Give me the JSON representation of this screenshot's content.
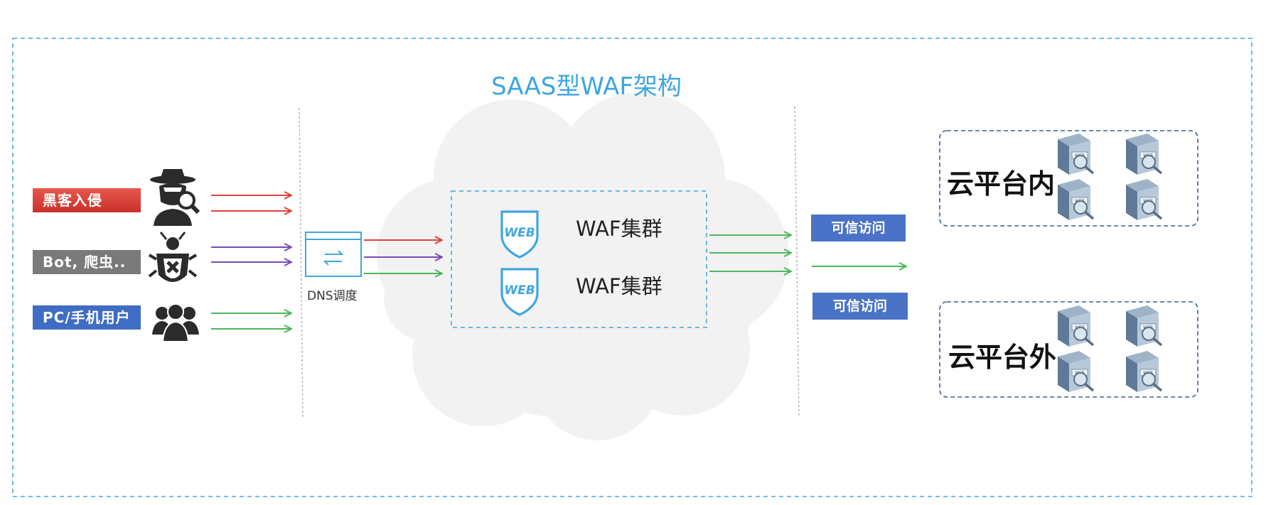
{
  "title": "SAAS型WAF架构",
  "sources": [
    {
      "label": "黑客入侵",
      "color": "#e0433a",
      "icon": "hacker-icon"
    },
    {
      "label": "Bot, 爬虫..",
      "color": "#7a7a7a",
      "icon": "bug-icon"
    },
    {
      "label": "PC/手机用户",
      "color": "#3f6cc4",
      "icon": "users-icon"
    }
  ],
  "dns": {
    "label": "DNS调度",
    "icon": "dns-switch-icon"
  },
  "waf": [
    {
      "label": "WAF集群",
      "icon": "web-shield-icon"
    },
    {
      "label": "WAF集群",
      "icon": "web-shield-icon"
    }
  ],
  "trusted": [
    {
      "label": "可信访问"
    },
    {
      "label": "可信访问"
    }
  ],
  "zones": [
    {
      "label": "云平台内",
      "server_icon": "web-server-icon"
    },
    {
      "label": "云平台外",
      "server_icon": "web-server-icon"
    }
  ],
  "server_tag": "WEB",
  "colors": {
    "accent": "#3ea6e0",
    "red_arrow": "#e0433a",
    "purple_arrow": "#7a4bb5",
    "green_arrow": "#4cb85a",
    "zone_border": "#3b5f8f",
    "cloud": "#f2f2f2"
  }
}
